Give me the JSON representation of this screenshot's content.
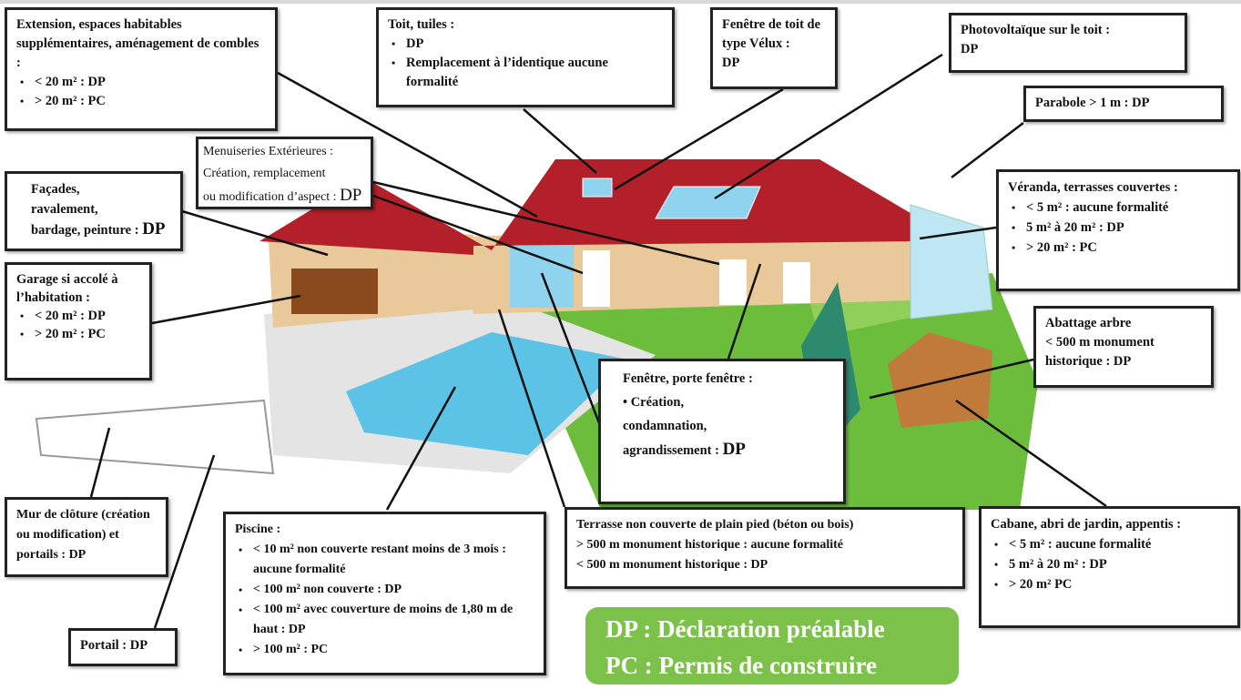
{
  "colors": {
    "roof": "#b3202a",
    "wall": "#e9c99a",
    "pool": "#5cc3e6",
    "grass": "#6dbd3c",
    "legend_bg": "#7cc24a"
  },
  "boxes": {
    "extension": {
      "title": "Extension, espaces habitables supplémentaires, aménagement de combles :",
      "items": [
        "< 20 m² : DP",
        "> 20 m² : PC"
      ]
    },
    "toit": {
      "title": "Toit, tuiles :",
      "items": [
        "DP",
        "Remplacement à l’identique aucune formalité"
      ]
    },
    "velux": {
      "title": "Fenêtre de toit de type Vélux :",
      "value": "DP"
    },
    "photovoltaique": {
      "title": "Photovoltaïque sur le toit :",
      "value": "DP"
    },
    "parabole": {
      "title": "Parabole > 1 m :",
      "value": "DP"
    },
    "menuiseries": {
      "title": "Menuiseries Extérieures :",
      "line2": "Création, remplacement",
      "line3": "ou modification d’aspect :",
      "value": "DP"
    },
    "facades": {
      "title": "Façades,",
      "line2": "ravalement,",
      "line3": "bardage, peinture :",
      "value": "DP"
    },
    "garage": {
      "title": "Garage si accolé à l’habitation :",
      "items": [
        "< 20 m² : DP",
        "> 20 m² : PC"
      ]
    },
    "veranda": {
      "title": "Véranda, terrasses couvertes :",
      "items": [
        "< 5 m² : aucune formalité",
        "5 m² à 20 m² : DP",
        "> 20 m² : PC"
      ]
    },
    "abattage": {
      "title": "Abattage arbre",
      "line2": "< 500 m monument historique :",
      "value": "DP"
    },
    "fenetre": {
      "title": "Fenêtre, porte fenêtre :",
      "line2": "• Création,",
      "line3": "condamnation,",
      "line4": "agrandissement :",
      "value": "DP"
    },
    "mur": {
      "title": "Mur de clôture (création ou modification) et portails :",
      "value": "DP"
    },
    "piscine": {
      "title": "Piscine :",
      "items": [
        "< 10 m² non couverte restant moins de 3 mois : aucune formalité",
        "< 100 m² non couverte : DP",
        "< 100 m² avec couverture de moins de 1,80 m de haut : DP",
        "> 100 m² : PC"
      ]
    },
    "terrasse": {
      "title": "Terrasse non couverte de plain pied (béton ou bois)",
      "line2": "> 500 m monument historique : aucune formalité",
      "line3": "<  500 m monument historique :",
      "value": "DP"
    },
    "cabane": {
      "title": "Cabane, abri de jardin, appentis :",
      "items": [
        "< 5 m² : aucune formalité",
        "5 m² à 20 m² : DP",
        "> 20 m² PC"
      ]
    },
    "portail": {
      "title": "Portail :",
      "value": "DP"
    }
  },
  "legend": {
    "dp": "DP : Déclaration préalable",
    "pc": "PC : Permis de construire"
  }
}
